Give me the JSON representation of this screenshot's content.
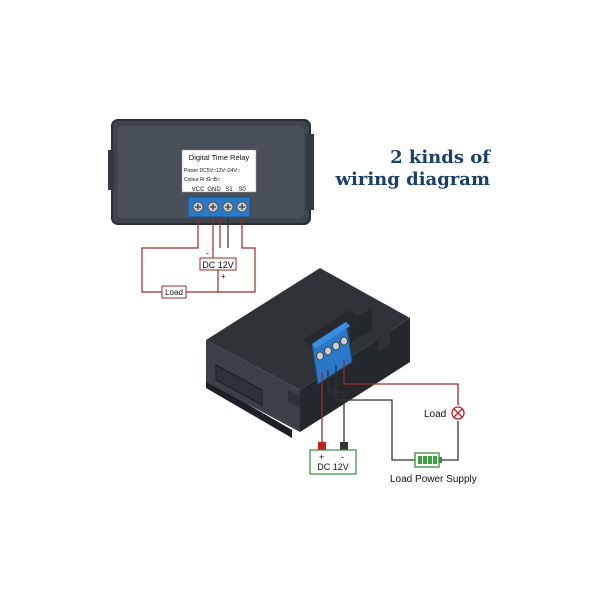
{
  "heading": {
    "line1": "2 kinds of",
    "line2": "wiring diagram"
  },
  "top_module": {
    "label_title": "Digital Time Relay",
    "label_power": "Power DC5V□12V□24V□",
    "label_colour": "Colour R□G□B□",
    "terminals": [
      "VCC",
      "GND",
      "S1",
      "S0"
    ]
  },
  "wiring1": {
    "supply_label": "DC 12V",
    "minus": "-",
    "plus": "+",
    "load_label": "Load"
  },
  "wiring2": {
    "supply_label": "DC 12V",
    "plus": "+",
    "minus": "-",
    "load_label": "Load",
    "battery_label": "Load Power Supply"
  },
  "colors": {
    "wire": "#9b2a2a",
    "wire_dark": "#333333",
    "terminal_blue": "#2a78c8",
    "heading": "#1b3f6b",
    "battery": "#3aa23a"
  }
}
